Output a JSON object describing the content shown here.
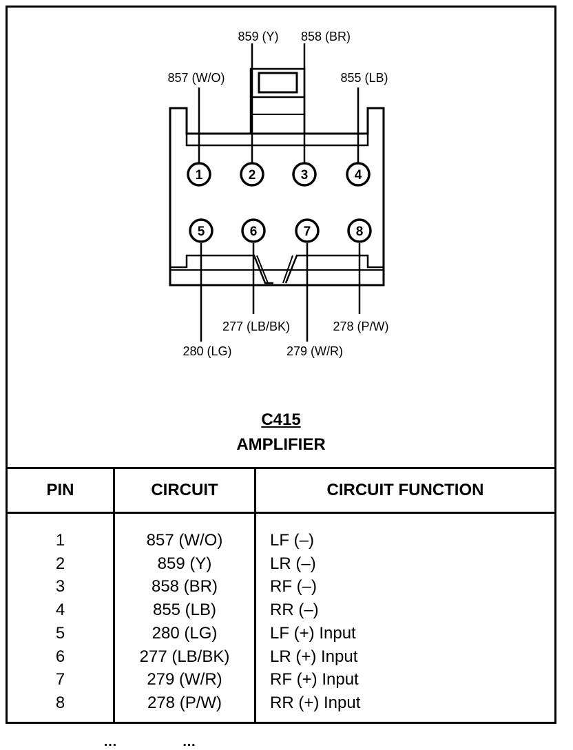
{
  "connector": {
    "id": "C415",
    "name": "AMPLIFIER",
    "pins": [
      {
        "number": "1",
        "wire": "857 (W/O)"
      },
      {
        "number": "2",
        "wire": "859 (Y)"
      },
      {
        "number": "3",
        "wire": "858 (BR)"
      },
      {
        "number": "4",
        "wire": "855 (LB)"
      },
      {
        "number": "5",
        "wire": "280 (LG)"
      },
      {
        "number": "6",
        "wire": "277 (LB/BK)"
      },
      {
        "number": "7",
        "wire": "279 (W/R)"
      },
      {
        "number": "8",
        "wire": "278 (P/W)"
      }
    ]
  },
  "table": {
    "headers": {
      "pin": "PIN",
      "circuit": "CIRCUIT",
      "function": "CIRCUIT FUNCTION"
    },
    "rows": [
      {
        "pin": "1",
        "circuit": "857 (W/O)",
        "function": "LF (–)"
      },
      {
        "pin": "2",
        "circuit": "859 (Y)",
        "function": "LR (–)"
      },
      {
        "pin": "3",
        "circuit": "858 (BR)",
        "function": "RF (–)"
      },
      {
        "pin": "4",
        "circuit": "855 (LB)",
        "function": "RR (–)"
      },
      {
        "pin": "5",
        "circuit": "280 (LG)",
        "function": "LF (+) Input"
      },
      {
        "pin": "6",
        "circuit": "277 (LB/BK)",
        "function": "LR (+) Input"
      },
      {
        "pin": "7",
        "circuit": "279 (W/R)",
        "function": "RF (+) Input"
      },
      {
        "pin": "8",
        "circuit": "278 (P/W)",
        "function": "RR (+) Input"
      }
    ]
  },
  "footer_fragment": "…                 …"
}
